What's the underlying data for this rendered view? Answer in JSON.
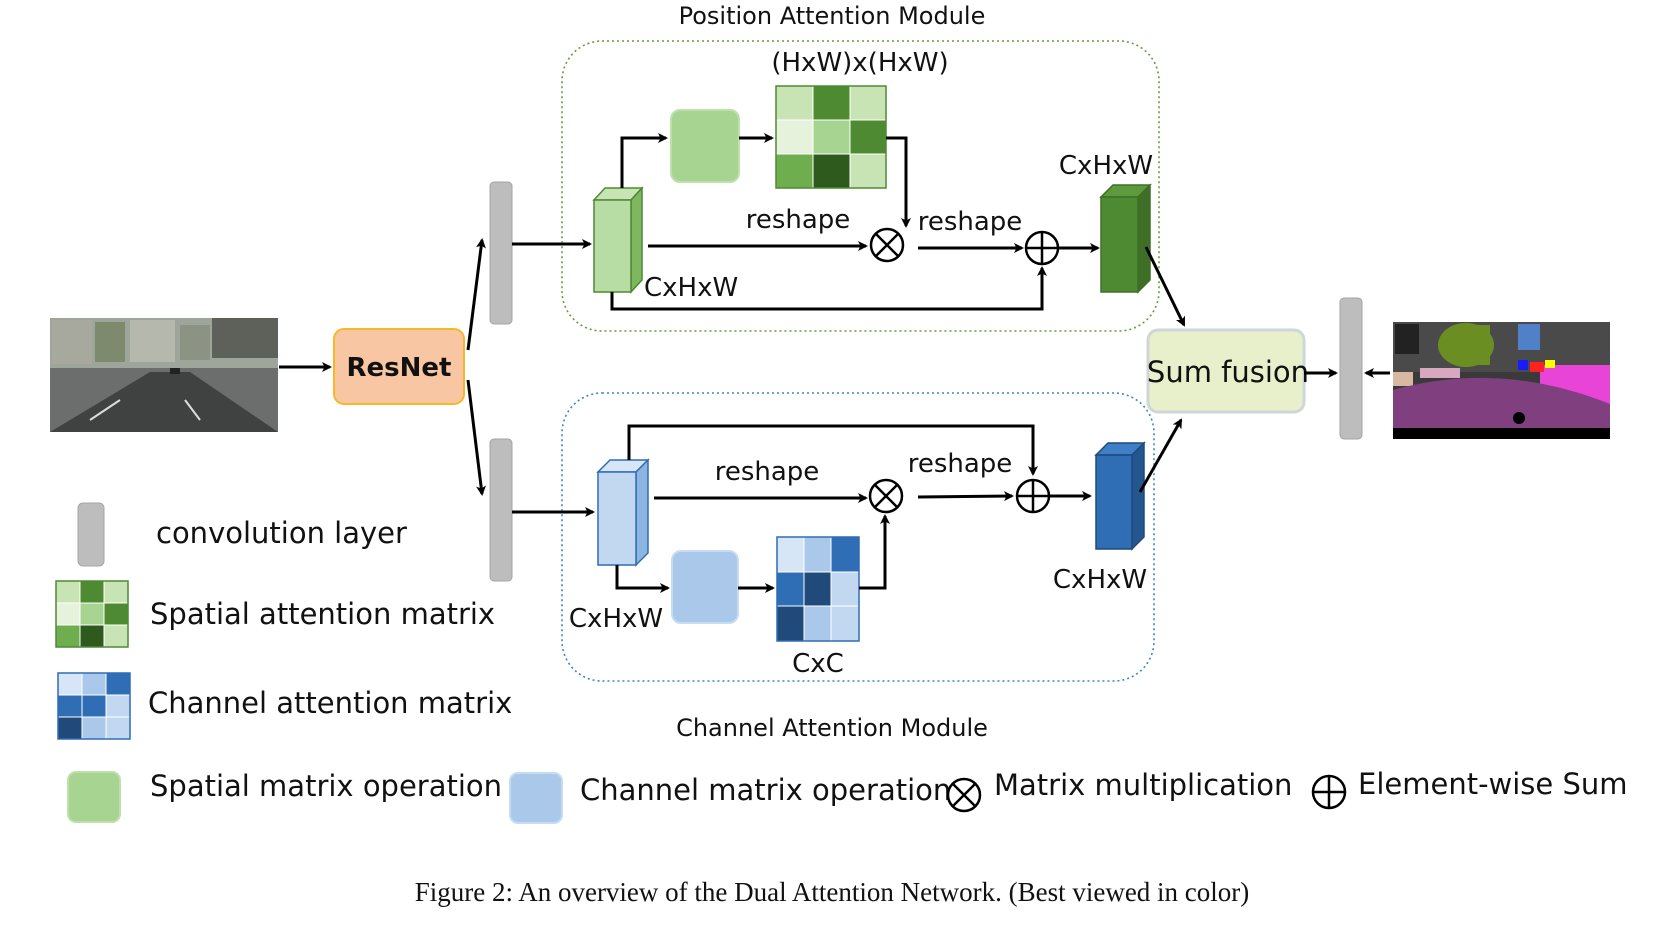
{
  "modules": {
    "position_title": "Position Attention Module",
    "channel_title": "Channel Attention Module"
  },
  "labels": {
    "pos_matrix_dims": "(HxW)x(HxW)",
    "pos_feature_dims": "CxHxW",
    "pos_output_dims": "CxHxW",
    "ch_feature_dims": "CxHxW",
    "ch_output_dims": "CxHxW",
    "ch_matrix_dims": "CxC",
    "reshape": "reshape"
  },
  "blocks": {
    "resnet": "ResNet",
    "sum_fusion": "Sum fusion"
  },
  "legend": {
    "conv": "convolution layer",
    "spatial_matrix": "Spatial attention matrix",
    "channel_matrix": "Channel attention matrix",
    "spatial_op": "Spatial matrix operation",
    "channel_op": "Channel matrix operation",
    "mat_mul": "Matrix multiplication",
    "elem_sum": "Element-wise Sum"
  },
  "caption": "Figure 2: An overview of the Dual Attention Network. (Best viewed in color)",
  "colors": {
    "conv_gray": "#bdbdbd",
    "resnet_fill": "#f8c6a2",
    "resnet_border": "#f5b829",
    "sum_fusion_fill": "#e8f0cb",
    "green_light": "#a8d492",
    "green_dark": "#4e8a32",
    "blue_light": "#a9c8ea",
    "blue_dark": "#2f6db5",
    "pos_border": "#6a9a3a",
    "ch_border": "#3a86c8"
  },
  "icons": {
    "mat_mul": "circled-times-icon",
    "elem_sum": "circled-plus-icon",
    "street_photo": "street-scene-image",
    "segmentation": "segmentation-map-image"
  }
}
